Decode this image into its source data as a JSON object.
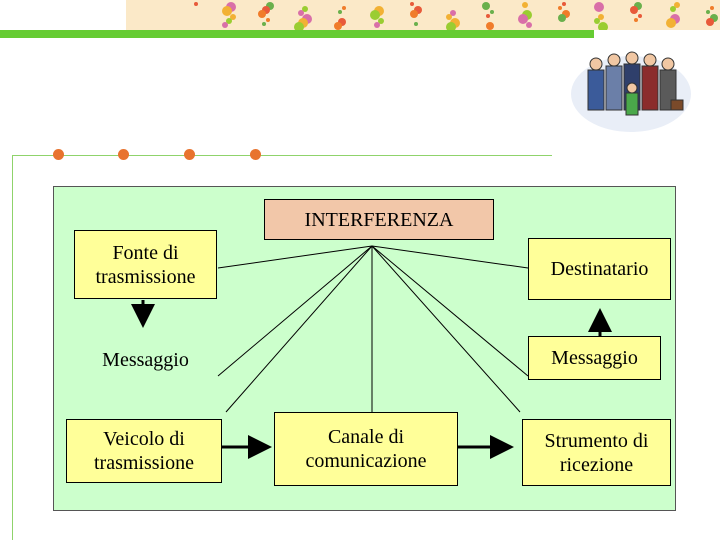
{
  "colors": {
    "panel_bg": "#ccffcc",
    "box_bg": "#ffff99",
    "title_box_bg": "#f2c7a9",
    "accent_green": "#66cc33",
    "bullet_orange": "#e8732e",
    "line_green": "#8fd36b"
  },
  "diagram": {
    "title": "INTERFERENZA",
    "source": "Fonte di\ntrasmissione",
    "receiver": "Destinatario",
    "message_left": "Messaggio",
    "message_right": "Messaggio",
    "vehicle": "Veicolo di\ntrasmissione",
    "channel": "Canale di\ncomunicazione",
    "instrument": "Strumento di\nricezione"
  },
  "icons": [
    "people-group-clipart",
    "decorative-banner"
  ]
}
